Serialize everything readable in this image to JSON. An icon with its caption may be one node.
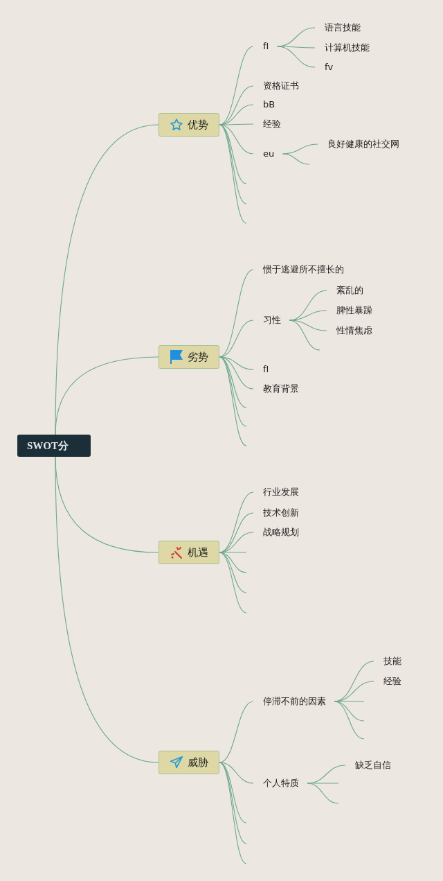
{
  "diagram": {
    "nodes": [
      {
        "text": [
          "SWOT分"
        ]
      },
      {
        "text": [
          "优势"
        ]
      },
      {
        "text": [
          "fI"
        ]
      },
      {
        "text": [
          "语言技能"
        ]
      },
      {
        "text": [
          "计算机技能"
        ]
      },
      {
        "text": [
          "fv"
        ]
      },
      {
        "text": [
          "资格证书"
        ]
      },
      {
        "text": [
          "bB"
        ]
      },
      {
        "text": [
          "经验"
        ]
      },
      {
        "text": [
          "eu"
        ]
      },
      {
        "text": [
          "良好健康的社交网"
        ]
      },
      {
        "text": [
          "劣势"
        ]
      },
      {
        "text": [
          "惯于逃避所不擅长的"
        ]
      },
      {
        "text": [
          "习性"
        ]
      },
      {
        "text": [
          "紊乱的"
        ]
      },
      {
        "text": [
          "脾性暴躁"
        ]
      },
      {
        "text": [
          "性情焦虑"
        ]
      },
      {
        "text": [
          "fI"
        ]
      },
      {
        "text": [
          "教育背景"
        ]
      },
      {
        "text": [
          "机遇"
        ]
      },
      {
        "text": [
          "行业发展"
        ]
      },
      {
        "text": [
          "技术创新"
        ]
      },
      {
        "text": [
          "战略规划"
        ]
      },
      {
        "text": [
          "威胁"
        ]
      },
      {
        "text": [
          "停滞不前的因素"
        ]
      },
      {
        "text": [
          "技能"
        ]
      },
      {
        "text": [
          "经验"
        ]
      },
      {
        "text": [
          "个人特质"
        ]
      },
      {
        "text": [
          "缺乏自信"
        ]
      }
    ],
    "edges": [
      {
        "from": 0,
        "to": 1,
        "arrow": "none"
      },
      {
        "from": 0,
        "to": 11,
        "arrow": "none"
      },
      {
        "from": 0,
        "to": 19,
        "arrow": "none"
      },
      {
        "from": 0,
        "to": 23,
        "arrow": "none"
      },
      {
        "from": 1,
        "to": 2,
        "arrow": "none"
      },
      {
        "from": 2,
        "to": 3,
        "arrow": "none"
      },
      {
        "from": 2,
        "to": 4,
        "arrow": "none"
      },
      {
        "from": 2,
        "to": 5,
        "arrow": "none"
      },
      {
        "from": 1,
        "to": 6,
        "arrow": "none"
      },
      {
        "from": 1,
        "to": 7,
        "arrow": "none"
      },
      {
        "from": 1,
        "to": 8,
        "arrow": "none"
      },
      {
        "from": 1,
        "to": 9,
        "arrow": "none"
      },
      {
        "from": 9,
        "to": 10,
        "arrow": "none"
      },
      {
        "from": 9,
        "to": null,
        "arrow": "none"
      },
      {
        "from": 1,
        "to": null,
        "arrow": "none"
      },
      {
        "from": 1,
        "to": null,
        "arrow": "none"
      },
      {
        "from": 1,
        "to": null,
        "arrow": "none"
      },
      {
        "from": 11,
        "to": 12,
        "arrow": "none"
      },
      {
        "from": 11,
        "to": 13,
        "arrow": "none"
      },
      {
        "from": 13,
        "to": 14,
        "arrow": "none"
      },
      {
        "from": 13,
        "to": 15,
        "arrow": "none"
      },
      {
        "from": 13,
        "to": 16,
        "arrow": "none"
      },
      {
        "from": 13,
        "to": null,
        "arrow": "none"
      },
      {
        "from": 11,
        "to": 17,
        "arrow": "none"
      },
      {
        "from": 11,
        "to": 18,
        "arrow": "none"
      },
      {
        "from": 11,
        "to": null,
        "arrow": "none"
      },
      {
        "from": 11,
        "to": null,
        "arrow": "none"
      },
      {
        "from": 11,
        "to": null,
        "arrow": "none"
      },
      {
        "from": 19,
        "to": 20,
        "arrow": "none"
      },
      {
        "from": 19,
        "to": 21,
        "arrow": "none"
      },
      {
        "from": 19,
        "to": 22,
        "arrow": "none"
      },
      {
        "from": 19,
        "to": null,
        "arrow": "none"
      },
      {
        "from": 19,
        "to": null,
        "arrow": "none"
      },
      {
        "from": 19,
        "to": null,
        "arrow": "none"
      },
      {
        "from": 19,
        "to": null,
        "arrow": "none"
      },
      {
        "from": 23,
        "to": 24,
        "arrow": "none"
      },
      {
        "from": 24,
        "to": 25,
        "arrow": "none"
      },
      {
        "from": 24,
        "to": 26,
        "arrow": "none"
      },
      {
        "from": 24,
        "to": null,
        "arrow": "none"
      },
      {
        "from": 24,
        "to": null,
        "arrow": "none"
      },
      {
        "from": 24,
        "to": null,
        "arrow": "none"
      },
      {
        "from": 23,
        "to": 27,
        "arrow": "none"
      },
      {
        "from": 27,
        "to": 28,
        "arrow": "none"
      },
      {
        "from": 27,
        "to": null,
        "arrow": "none"
      },
      {
        "from": 27,
        "to": null,
        "arrow": "none"
      },
      {
        "from": 23,
        "to": null,
        "arrow": "none"
      },
      {
        "from": 23,
        "to": null,
        "arrow": "none"
      },
      {
        "from": 23,
        "to": null,
        "arrow": "none"
      }
    ]
  }
}
